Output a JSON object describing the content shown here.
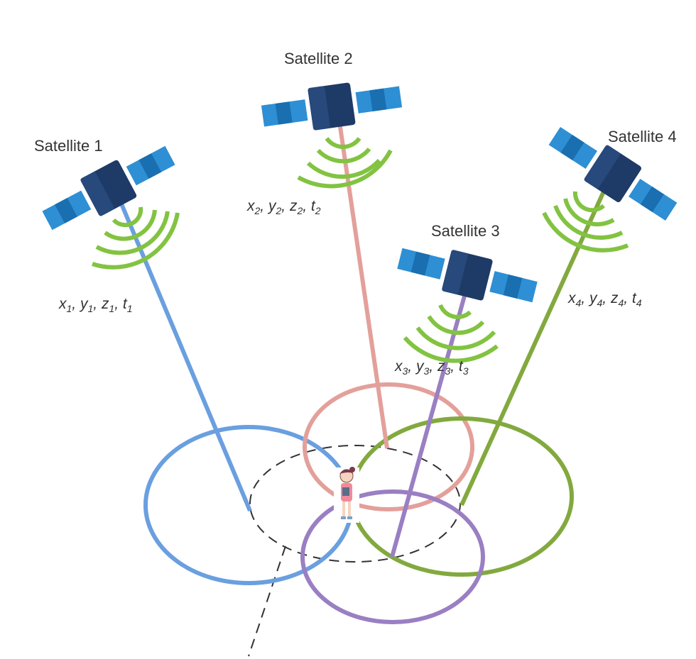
{
  "title": "",
  "colors": {
    "sat1": "#6a9fe0",
    "sat2": "#e3a09a",
    "sat3": "#9a7fc3",
    "sat4": "#82a93e",
    "signal": "#82c341",
    "panel": "#2e8fd4",
    "panel_dark": "#1a6fb0",
    "body": "#1e3a66",
    "dashed": "#333333"
  },
  "satellites": [
    {
      "label": "Satellite 1",
      "coord": {
        "x": "x",
        "y": "y",
        "z": "z",
        "t": "t",
        "index": "1"
      }
    },
    {
      "label": "Satellite 2",
      "coord": {
        "x": "x",
        "y": "y",
        "z": "z",
        "t": "t",
        "index": "2"
      }
    },
    {
      "label": "Satellite 3",
      "coord": {
        "x": "x",
        "y": "y",
        "z": "z",
        "t": "t",
        "index": "3"
      }
    },
    {
      "label": "Satellite 4",
      "coord": {
        "x": "x",
        "y": "y",
        "z": "z",
        "t": "t",
        "index": "4"
      }
    }
  ],
  "receiver": {
    "icon": "person-with-device-icon"
  }
}
